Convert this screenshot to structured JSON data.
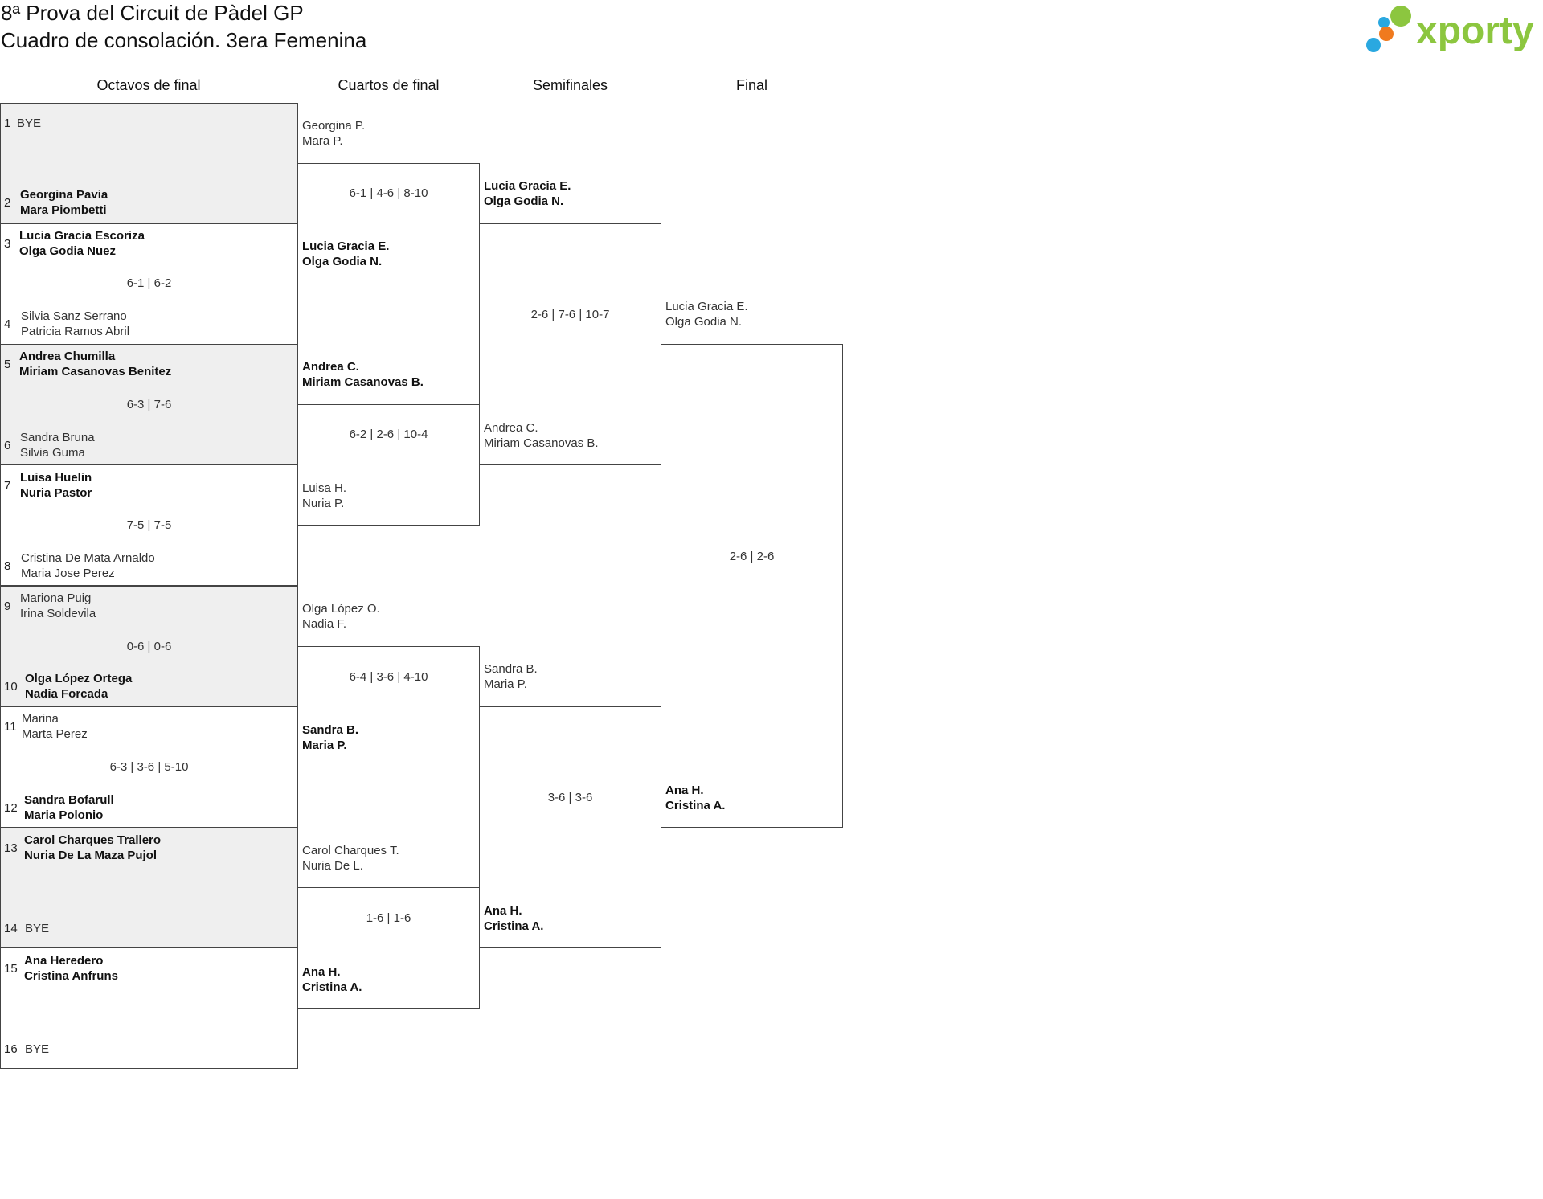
{
  "header": {
    "title_line1": "8ª Prova del Circuit de Pàdel GP",
    "title_line2": "Cuadro de consolación. 3era Femenina",
    "logo_text": "xporty",
    "brand_color": "#8cc63f",
    "logo_dot_colors": [
      "#8cc63f",
      "#f07a1e",
      "#2aa8e0",
      "#2aa8e0"
    ]
  },
  "rounds": {
    "r16": "Octavos de final",
    "qf": "Cuartos de final",
    "sf": "Semifinales",
    "final": "Final"
  },
  "r16": [
    {
      "top_seed": "1",
      "top_p1": "BYE",
      "top_p2": "",
      "bot_seed": "2",
      "bot_p1": "Georgina Pavia",
      "bot_p2": "Mara Piombetti",
      "score": ""
    },
    {
      "top_seed": "3",
      "top_p1": "Lucia Gracia Escoriza",
      "top_p2": "Olga Godia Nuez",
      "bot_seed": "4",
      "bot_p1": "Silvia Sanz Serrano",
      "bot_p2": "Patricia Ramos Abril",
      "score": "6-1 | 6-2"
    },
    {
      "top_seed": "5",
      "top_p1": "Andrea Chumilla",
      "top_p2": "Miriam Casanovas Benitez",
      "bot_seed": "6",
      "bot_p1": "Sandra Bruna",
      "bot_p2": "Silvia Guma",
      "score": "6-3 | 7-6"
    },
    {
      "top_seed": "7",
      "top_p1": "Luisa Huelin",
      "top_p2": "Nuria Pastor",
      "bot_seed": "8",
      "bot_p1": "Cristina De Mata Arnaldo",
      "bot_p2": "Maria Jose Perez",
      "score": "7-5 | 7-5"
    },
    {
      "top_seed": "9",
      "top_p1": "Mariona Puig",
      "top_p2": "Irina Soldevila",
      "bot_seed": "10",
      "bot_p1": "Olga López Ortega",
      "bot_p2": "Nadia Forcada",
      "score": "0-6 | 0-6"
    },
    {
      "top_seed": "11",
      "top_p1": "Marina",
      "top_p2": "Marta Perez",
      "bot_seed": "12",
      "bot_p1": "Sandra Bofarull",
      "bot_p2": "Maria Polonio",
      "score": "6-3 | 3-6 | 5-10"
    },
    {
      "top_seed": "13",
      "top_p1": "Carol Charques Trallero",
      "top_p2": "Nuria De La Maza Pujol",
      "bot_seed": "14",
      "bot_p1": "BYE",
      "bot_p2": "",
      "score": ""
    },
    {
      "top_seed": "15",
      "top_p1": "Ana Heredero",
      "top_p2": "Cristina Anfruns",
      "bot_seed": "16",
      "bot_p1": "BYE",
      "bot_p2": "",
      "score": ""
    }
  ],
  "qf": [
    {
      "top_p1": "Georgina P.",
      "top_p2": "Mara P.",
      "score": "6-1 | 4-6 | 8-10",
      "bot_p1": "Lucia Gracia E.",
      "bot_p2": "Olga Godia N."
    },
    {
      "top_p1": "Andrea C.",
      "top_p2": "Miriam Casanovas B.",
      "score": "6-2 | 2-6 | 10-4",
      "bot_p1": "Luisa H.",
      "bot_p2": "Nuria P."
    },
    {
      "top_p1": "Olga López O.",
      "top_p2": "Nadia F.",
      "score": "6-4 | 3-6 | 4-10",
      "bot_p1": "Sandra B.",
      "bot_p2": "Maria P."
    },
    {
      "top_p1": "Carol Charques T.",
      "top_p2": "Nuria De L.",
      "score": "1-6 | 1-6",
      "bot_p1": "Ana H.",
      "bot_p2": "Cristina A."
    }
  ],
  "sf": [
    {
      "top_p1": "Lucia Gracia E.",
      "top_p2": "Olga Godia N.",
      "score": "2-6 | 7-6 | 10-7",
      "bot_p1": "Andrea C.",
      "bot_p2": "Miriam Casanovas B."
    },
    {
      "top_p1": "Sandra B.",
      "top_p2": "Maria P.",
      "score": "3-6 | 3-6",
      "bot_p1": "Ana H.",
      "bot_p2": "Cristina A."
    }
  ],
  "final": {
    "top_p1": "Lucia Gracia E.",
    "top_p2": "Olga Godia N.",
    "score": "2-6 | 2-6",
    "bot_p1": "Ana H.",
    "bot_p2": "Cristina A."
  }
}
